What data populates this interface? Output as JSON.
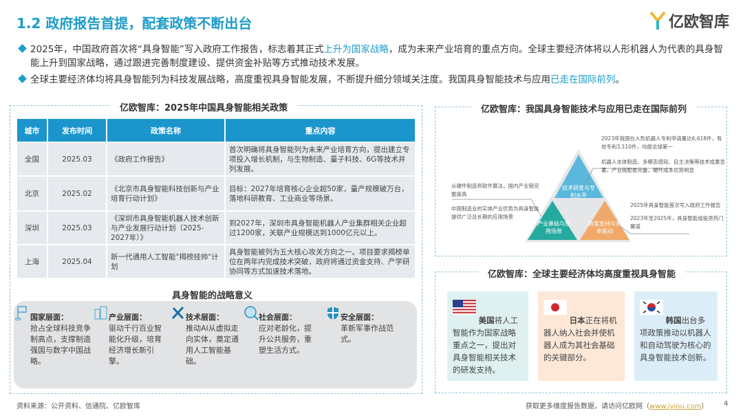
{
  "header": {
    "title": "1.2 政府报告首提，配套政策不断出台",
    "logo_text": "亿欧智库"
  },
  "bullets": [
    {
      "pre": "2025年，中国政府首次将“具身智能”写入政府工作报告，标志着其正式",
      "highlight": "上升为国家战略",
      "post": "，成为未来产业培育的重点方向。全球主要经济体将以人形机器人为代表的具身智能上升到国家战略，通过跟进完善制度建设、提供资金补贴等方式推动技术发展。"
    },
    {
      "pre": "全球主要经济体均将具身智能列为科技发展战略，高度重视具身智能发展，不断提升细分领域关注度。我国具身智能技术与应用",
      "highlight": "已走在国际前列",
      "post": "。"
    }
  ],
  "policy_panel": {
    "title": "亿欧智库：2025年中国具身智能相关政策",
    "columns": [
      "城市",
      "发布时间",
      "政策名称",
      "重点内容"
    ],
    "rows": [
      {
        "city": "全国",
        "date": "2025.03",
        "name": "《政府工作报告》",
        "content": "首次明确将具身智能列为未来产业培育方向，提出建立专项投入增长机制，与生物制造、量子科技、6G等技术并列发展。"
      },
      {
        "city": "北京",
        "date": "2025.02",
        "name": "《北京市具身智能科技创新与产业培育行动计划》",
        "content": "目标：2027年培育核心企业超50家，量产规模破万台，落地科研教育、工业商业等场景。"
      },
      {
        "city": "深圳",
        "date": "2025.03",
        "name": "《深圳市具身智能机器人技术创新与产业发展行动计划（2025-2027年）》",
        "content": "到2027年，深圳市具身智能机器人产业集群相关企业超过1200家，关联产业规模达到1000亿元以上。"
      },
      {
        "city": "上海",
        "date": "2025.04",
        "name": "新一代通用人工智能\"揭榜挂帅\"计划",
        "content": "具身智能被列为五大核心攻关方向之一。项目要求揭榜单位在两年内完成技术突破，政府将通过资金支持、产学研协同等方式加速技术落地。"
      }
    ],
    "strategy_title": "具身智能的战略意义",
    "strategy": [
      {
        "icon": "flag-icon",
        "label": "国家层面：",
        "text": "抢占全球科技竞争制高点，支撑制造强国与数字中国战略。"
      },
      {
        "icon": "buildings-icon",
        "label": "产业层面：",
        "text": "驱动千行百业智能化升级，培育经济增长新引擎。"
      },
      {
        "icon": "tools-icon",
        "label": "技术层面：",
        "text": "推动AI从虚拟走向实体，奠定通用人工智能基础。"
      },
      {
        "icon": "people-search-icon",
        "label": "社会层面：",
        "text": "应对老龄化，提升公共服务，重塑生活方式。"
      },
      {
        "icon": "shield-icon",
        "label": "安全层面：",
        "text": "革新军事作战范式。"
      }
    ]
  },
  "pyramid_panel": {
    "title": "亿欧智库：我国具身智能技术与应用已走在国际前列",
    "top_label": "技术研发与专利水平",
    "left_label": "产业基础与应用场景",
    "right_label": "政策支持与资本驱动",
    "top_notes": [
      "2023年我国在人形机器人专利申请量达6,618件，有效专利3,110件，均居全球第一",
      "机器人本体制造、多模态感知、自主决策等技术成果显著，产业链配套完备，硬件成本优势明显"
    ],
    "left_notes": [
      "从硬件制造到软件算法，国内产业链完整度高",
      "中国制造业的实体产业优势为具身智能提供广泛且长期的应用场景"
    ],
    "right_notes": [
      "2025年具身智能首次写入政府工作报告",
      "2023年至2025年，具身智能成投资热门赛道"
    ],
    "colors": {
      "top": "#5bb8dc",
      "left": "#26aaa0",
      "right": "#f0a96a"
    }
  },
  "global_panel": {
    "title": "亿欧智库：全球主要经济体均高度重视具身智能",
    "cards": [
      {
        "country": "美国",
        "text": "将人工智能作为国家战略重点之一，提出对具身智能相关技术的研发支持。",
        "bg": "#def1f0"
      },
      {
        "country": "日本",
        "text": "正在将机器人纳入社会并使机器人成为其社会基础的关键部分。",
        "bg": "#fde7d6"
      },
      {
        "country": "韩国",
        "text": "出台多项政策推动以机器人和自动驾驶为核心的具身智能技术创新。",
        "bg": "#dbeef8"
      }
    ]
  },
  "footer": {
    "source": "资料来源：公开资料、信通院、亿欧智库",
    "more_pre": "获取更多维度报告数据，请访问亿欧网（",
    "link": "www.iyiou.com",
    "more_post": "）",
    "page": "4"
  }
}
